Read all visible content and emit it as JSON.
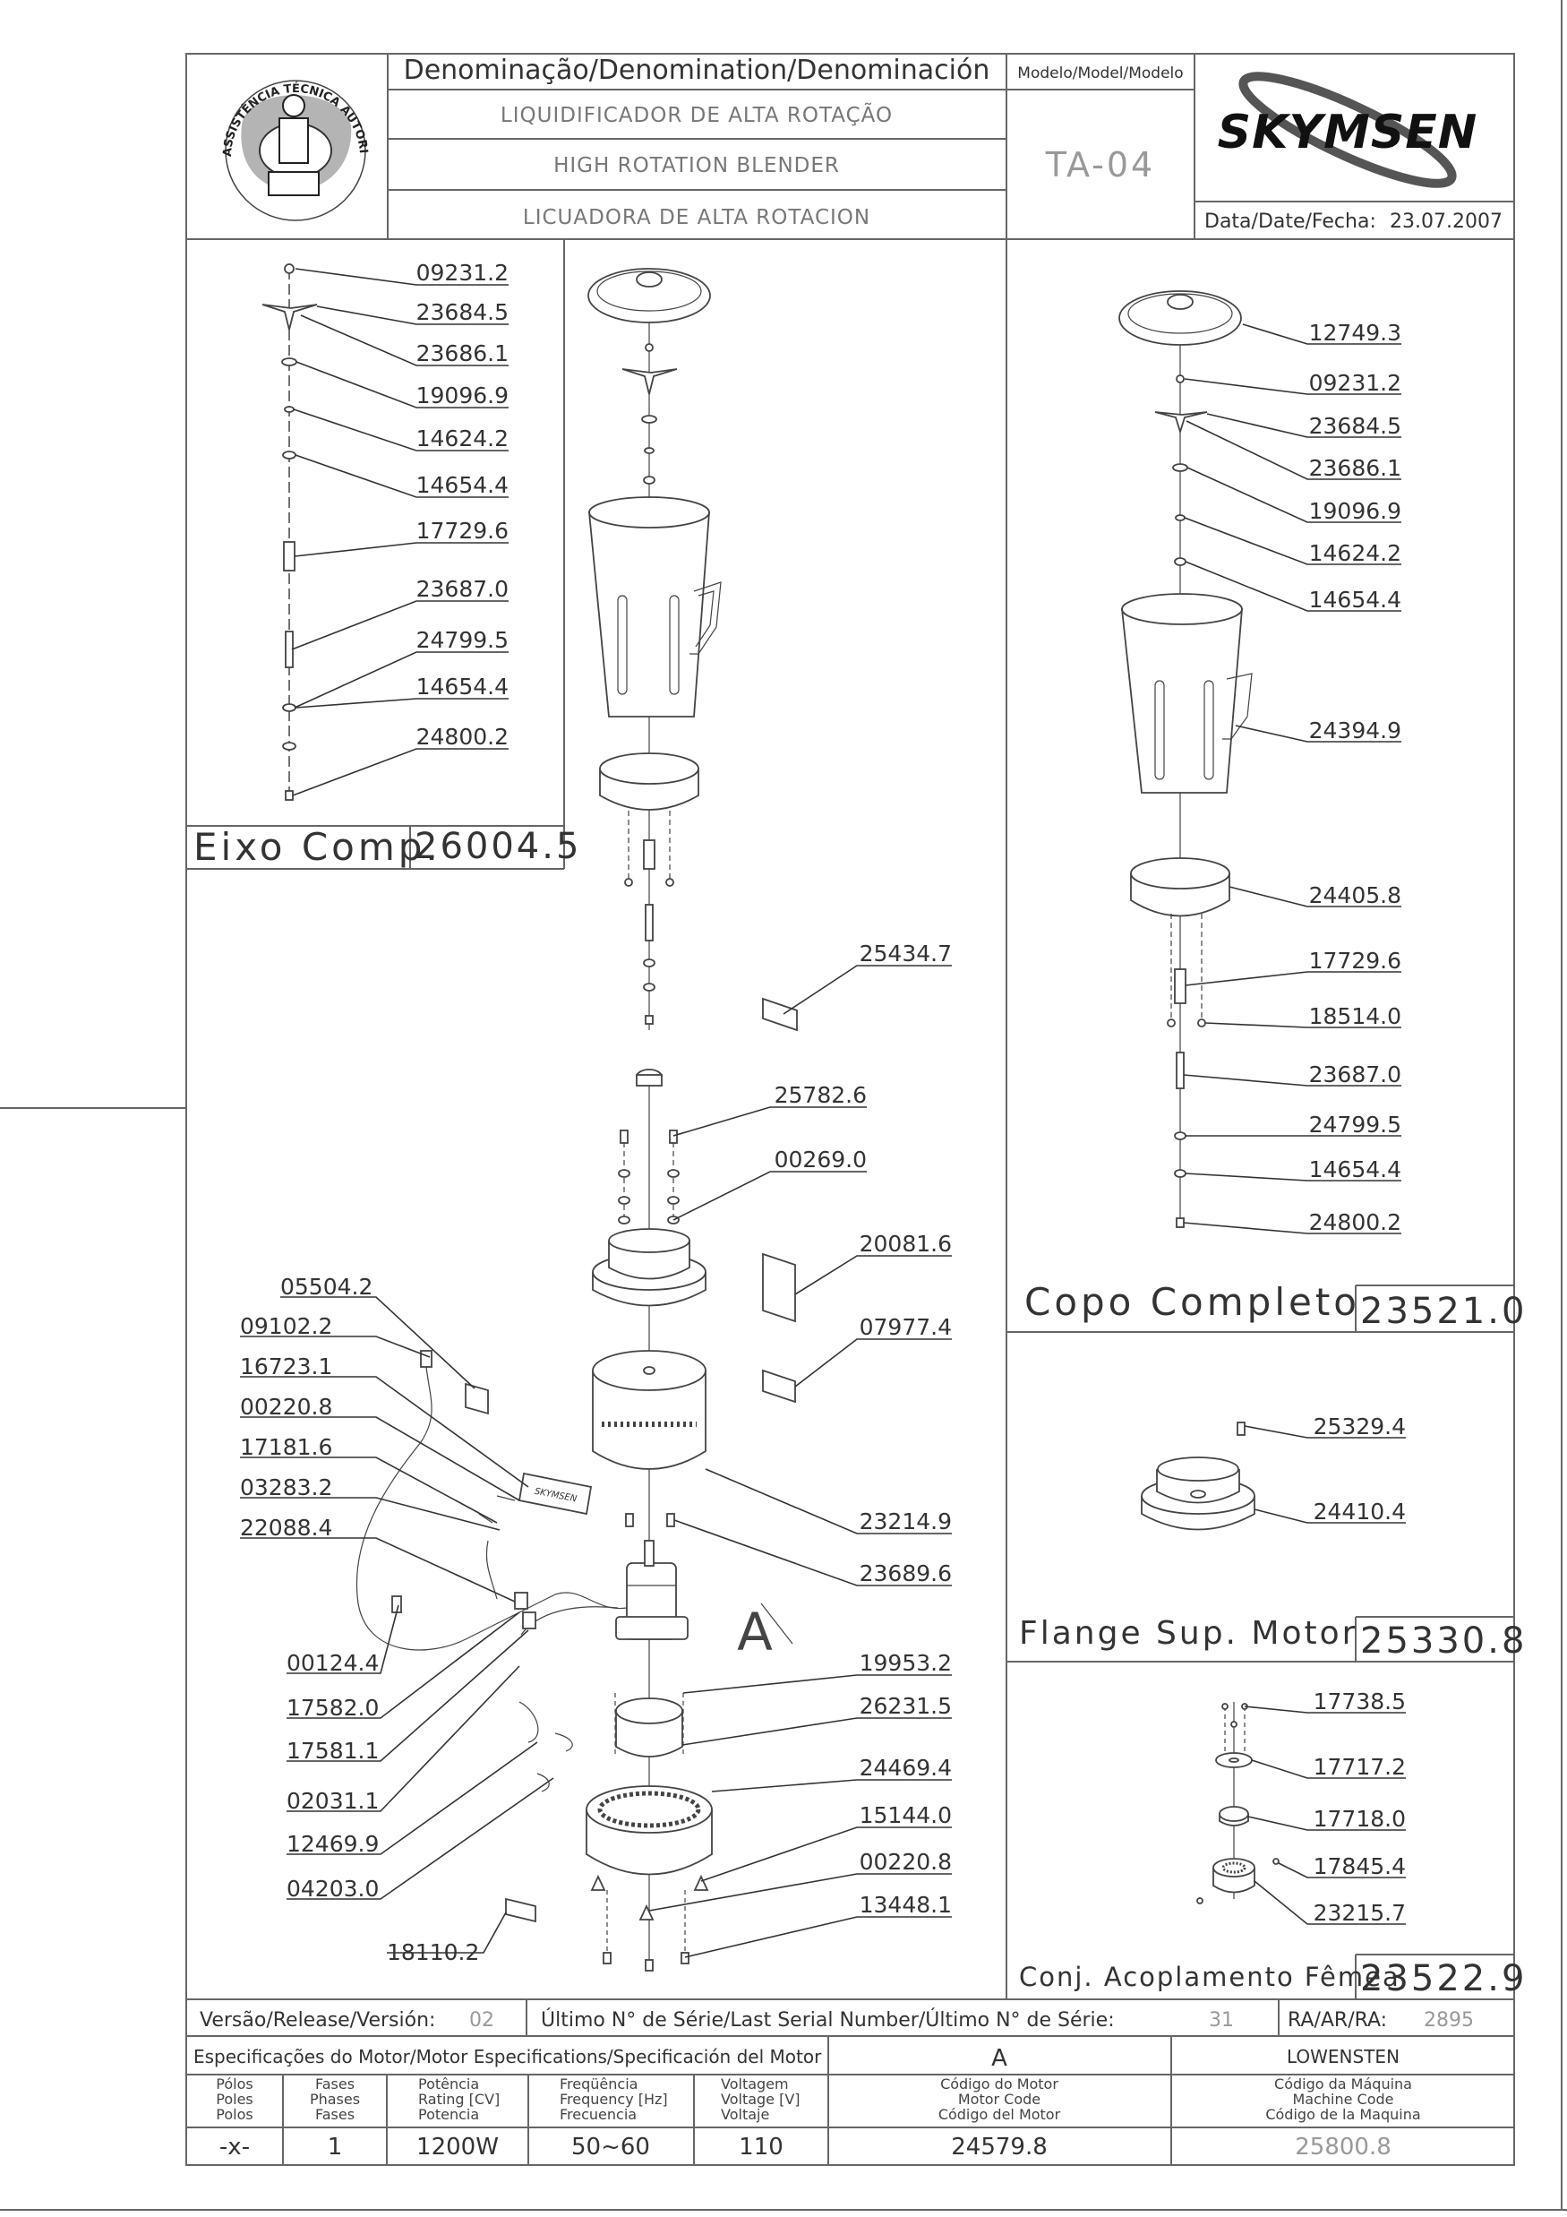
{
  "header": {
    "seal_text": "ASSISTÊNCIA TÉCNICA AUTORIZADA",
    "denomination_label": "Denominação/Denomination/Denominación",
    "name_pt": "LIQUIDIFICADOR DE ALTA ROTAÇÃO",
    "name_en": "HIGH ROTATION BLENDER",
    "name_es": "LICUADORA DE ALTA ROTACION",
    "model_label": "Modelo/Model/Modelo",
    "model_value": "TA-04",
    "brand": "SKYMSEN",
    "date_label": "Data/Date/Fecha:",
    "date_value": "23.07.2007"
  },
  "eixo": {
    "parts": [
      "09231.2",
      "23684.5",
      "23686.1",
      "19096.9",
      "14624.2",
      "14654.4",
      "17729.6",
      "23687.0",
      "24799.5",
      "14654.4",
      "24800.2"
    ],
    "label": "Eixo Comp.",
    "code": "26004.5"
  },
  "main": {
    "right_parts": [
      "25434.7",
      "25782.6",
      "00269.0",
      "20081.6",
      "07977.4",
      "23214.9",
      "23689.6",
      "19953.2",
      "26231.5",
      "24469.4",
      "15144.0",
      "00220.8",
      "13448.1"
    ],
    "left_parts": [
      "05504.2",
      "09102.2",
      "16723.1",
      "00220.8",
      "17181.6",
      "03283.2",
      "22088.4",
      "00124.4",
      "17582.0",
      "17581.1",
      "02031.1",
      "12469.9",
      "04203.0"
    ],
    "bottom_part": "18110.2",
    "motor_callout": "A"
  },
  "copo": {
    "parts": [
      "12749.3",
      "09231.2",
      "23684.5",
      "23686.1",
      "19096.9",
      "14624.2",
      "14654.4",
      "24394.9",
      "24405.8",
      "17729.6",
      "18514.0",
      "23687.0",
      "24799.5",
      "14654.4",
      "24800.2"
    ],
    "label": "Copo Completo",
    "code": "23521.0"
  },
  "flange": {
    "parts": [
      "25329.4",
      "24410.4"
    ],
    "label": "Flange Sup. Motor",
    "code": "25330.8"
  },
  "acopl": {
    "parts": [
      "17738.5",
      "17717.2",
      "17718.0",
      "17845.4",
      "23215.7"
    ],
    "label": "Conj. Acoplamento Fêmea",
    "code": "23522.9"
  },
  "release": {
    "version_label": "Versão/Release/Versión:",
    "version_value": "02",
    "serial_label": "Último N° de Série/Last Serial Number/Último N° de Série:",
    "serial_value": "31",
    "ra_label": "RA/AR/RA:",
    "ra_value": "2895"
  },
  "motor_spec": {
    "title": "Especificações do Motor/Motor Especifications/Specificación del Motor",
    "motor_letter": "A",
    "manufacturer": "LOWENSTEN",
    "col_poles": [
      "Pólos",
      "Poles",
      "Polos"
    ],
    "col_phases": [
      "Fases",
      "Phases",
      "Fases"
    ],
    "col_rating": [
      "Potência",
      "Rating [CV]",
      "Potencia"
    ],
    "col_freq": [
      "Freqüência",
      "Frequency [Hz]",
      "Frecuencia"
    ],
    "col_voltage": [
      "Voltagem",
      "Voltage [V]",
      "Voltaje"
    ],
    "col_motor_code": [
      "Código do Motor",
      "Motor Code",
      "Código del Motor"
    ],
    "col_machine_code": [
      "Código da Máquina",
      "Machine Code",
      "Código de la Maquina"
    ],
    "poles": "-x-",
    "phases": "1",
    "rating": "1200W",
    "frequency": "50~60",
    "voltage": "110",
    "motor_code": "24579.8",
    "machine_code": "25800.8"
  }
}
